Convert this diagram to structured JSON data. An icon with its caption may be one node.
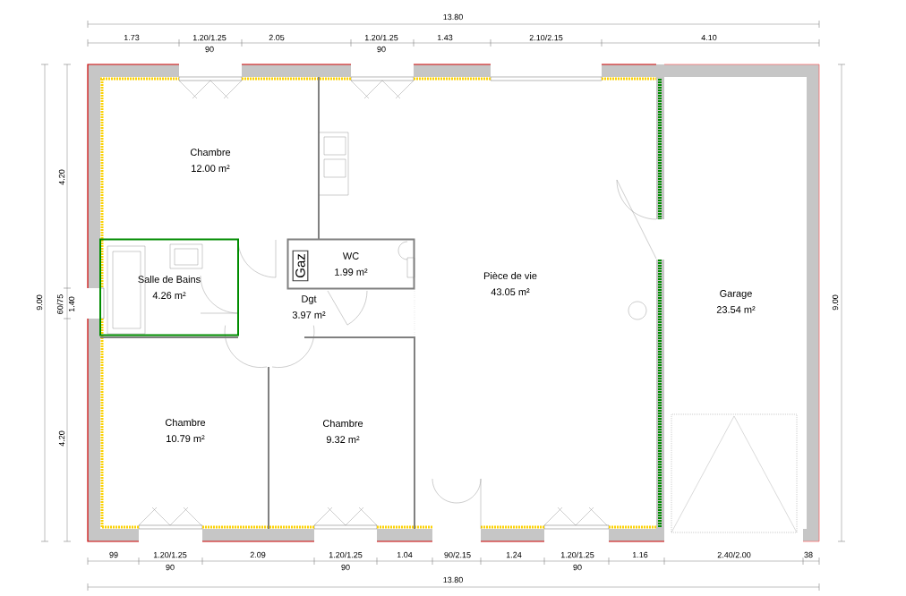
{
  "diagram": {
    "nodes": [
      {
        "text": [
          "Chambre",
          "12.00 m²"
        ]
      },
      {
        "text": [
          "Salle de Bains",
          "4.26 m²"
        ]
      },
      {
        "text": [
          "WC",
          "1.99 m²"
        ]
      },
      {
        "text": [
          "Gaz"
        ],
        "in": 2
      },
      {
        "text": [
          "Dgt",
          "3.97 m²"
        ]
      },
      {
        "text": [
          "Pièce de vie",
          "43.05 m²"
        ]
      },
      {
        "text": [
          "Garage",
          "23.54 m²"
        ]
      },
      {
        "text": [
          "Chambre",
          "10.79 m²"
        ]
      },
      {
        "text": [
          "Chambre",
          "9.32 m²"
        ]
      }
    ],
    "labels": [
      "13.80",
      "1.73",
      "1.20/1.25",
      "2.05",
      "1.20/1.25",
      "1.43",
      "2.10/2.15",
      "4.10",
      "90",
      "90",
      "9.00",
      "4.20",
      "60/75",
      "1.40",
      "4.20",
      "9.00",
      "99",
      "1.20/1.25",
      "2.09",
      "1.20/1.25",
      "1.04",
      "90/2.15",
      "1.24",
      "1.20/1.25",
      "1.16",
      "2.40/2.00",
      "38",
      "90",
      "90",
      "90",
      "13.80"
    ]
  }
}
